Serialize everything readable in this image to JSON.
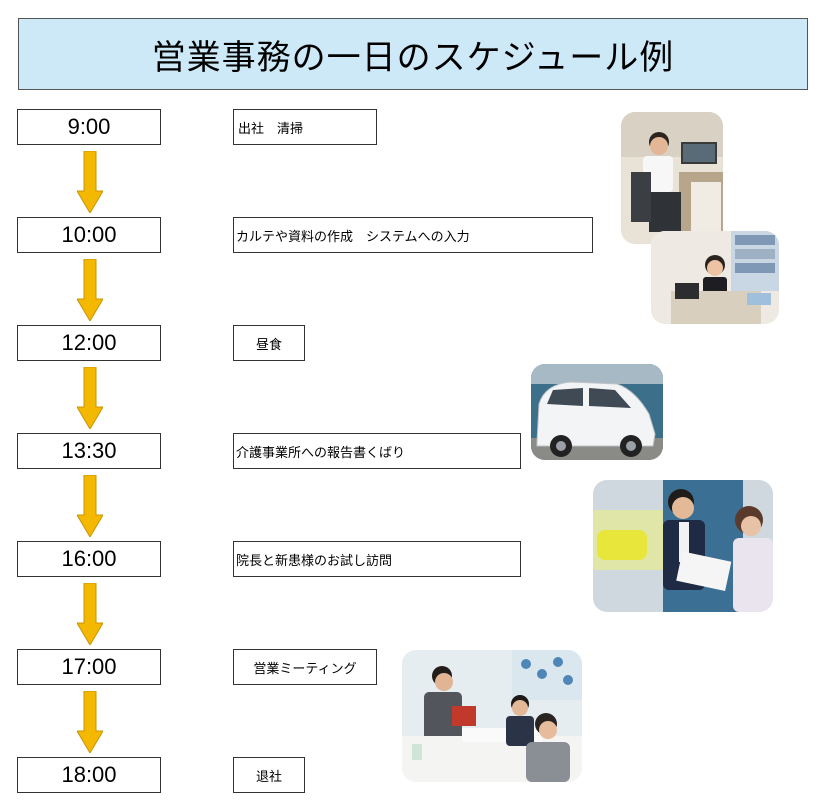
{
  "title": "営業事務の一日のスケジュール例",
  "schedule": [
    {
      "time": "9:00",
      "task": "出社　清掃"
    },
    {
      "time": "10:00",
      "task": "カルテや資料の作成　システムへの入力"
    },
    {
      "time": "12:00",
      "task": "昼食"
    },
    {
      "time": "13:30",
      "task": "介護事業所への報告書くばり"
    },
    {
      "time": "16:00",
      "task": "院長と新患様のお試し訪問"
    },
    {
      "time": "17:00",
      "task": "営業ミーティング"
    },
    {
      "time": "18:00",
      "task": "退社"
    }
  ],
  "colors": {
    "title_background": "#cde9f7",
    "arrow": "#f5b800",
    "arrow_outline": "#c89400"
  },
  "photos": [
    "office-man-on-phone-photo",
    "office-woman-at-desk-photo",
    "white-company-car-photo",
    "staff-visit-photo",
    "sales-meeting-photo"
  ]
}
